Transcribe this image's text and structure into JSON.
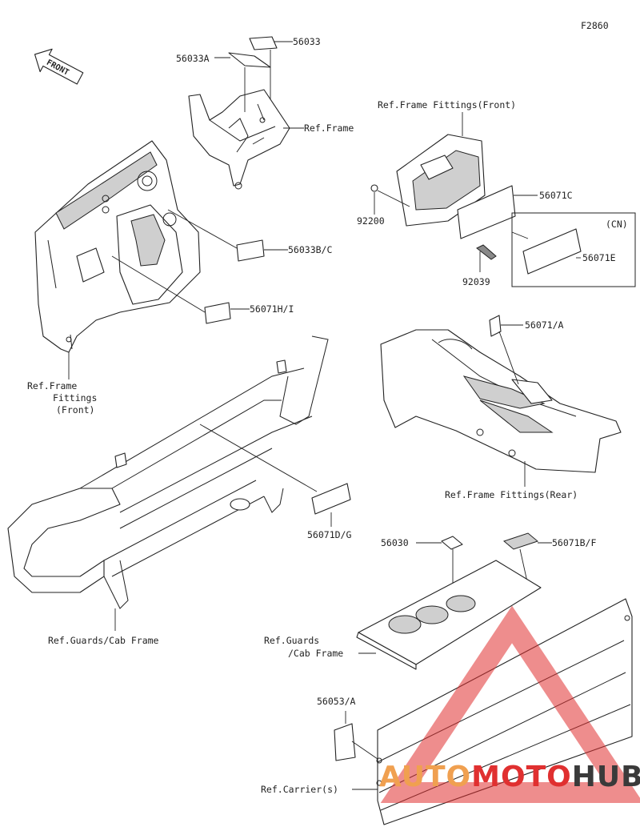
{
  "figure_code": "F2860",
  "front_arrow_label": "FRONT",
  "labels": {
    "p56033": "56033",
    "p56033A": "56033A",
    "ref_frame": "Ref.Frame",
    "ref_frame_fittings_front_top": "Ref.Frame Fittings(Front)",
    "p56071C": "56071C",
    "p92200": "92200",
    "cn": "(CN)",
    "p56071E": "56071E",
    "p92039": "92039",
    "p56033BC": "56033B/C",
    "p56071HI": "56071H/I",
    "ref_fittings_front_l1": "Ref.Frame",
    "ref_fittings_front_l2": "Fittings",
    "ref_fittings_front_l3": "(Front)",
    "p56071A": "56071/A",
    "ref_frame_fittings_rear": "Ref.Frame Fittings(Rear)",
    "p56071DG": "56071D/G",
    "p56030": "56030",
    "p56071BF": "56071B/F",
    "ref_guards_cab_frame_left": "Ref.Guards/Cab Frame",
    "ref_guards_cab_l1": "Ref.Guards",
    "ref_guards_cab_l2": "/Cab Frame",
    "p56053A": "56053/A",
    "ref_carriers": "Ref.Carrier(s)"
  },
  "watermark": {
    "part1": "AUTO",
    "part2": "MOTO",
    "part3": "HUB",
    "colors": {
      "orange": "#f0a050",
      "red": "#e03030",
      "dark": "#3a3a3a"
    }
  }
}
